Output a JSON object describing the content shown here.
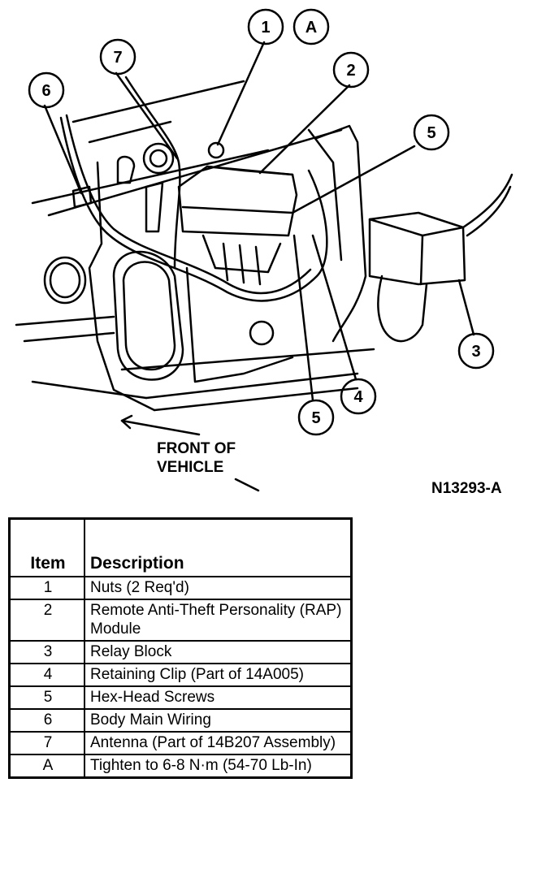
{
  "figure": {
    "callouts": [
      "1",
      "A",
      "7",
      "2",
      "6",
      "5",
      "3",
      "4",
      "5"
    ],
    "front_label_line1": "FRONT OF",
    "front_label_line2": "VEHICLE",
    "figure_id": "N13293-A"
  },
  "table": {
    "headers": {
      "item": "Item",
      "description": "Description"
    },
    "rows": [
      {
        "item": "1",
        "description": "Nuts (2 Req'd)"
      },
      {
        "item": "2",
        "description": "Remote Anti-Theft Personality (RAP) Module"
      },
      {
        "item": "3",
        "description": "Relay Block"
      },
      {
        "item": "4",
        "description": "Retaining Clip (Part of 14A005)"
      },
      {
        "item": "5",
        "description": "Hex-Head Screws"
      },
      {
        "item": "6",
        "description": "Body Main Wiring"
      },
      {
        "item": "7",
        "description": "Antenna (Part of 14B207 Assembly)"
      },
      {
        "item": "A",
        "description": "Tighten to 6-8 N·m (54-70 Lb-In)"
      }
    ]
  }
}
